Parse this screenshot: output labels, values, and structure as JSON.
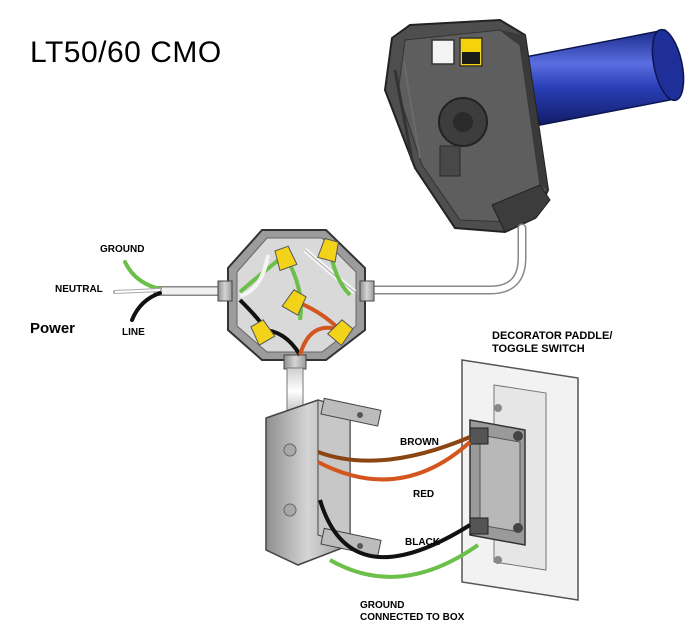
{
  "title": "LT50/60 CMO",
  "labels": {
    "ground": "GROUND",
    "neutral": "NEUTRAL",
    "line": "LINE",
    "power": "Power",
    "switch_line1": "DECORATOR PADDLE/",
    "switch_line2": "TOGGLE SWITCH",
    "brown": "BROWN",
    "red": "RED",
    "black": "BLACK",
    "ground_box_line1": "GROUND",
    "ground_box_line2": "CONNECTED TO BOX"
  },
  "colors": {
    "motor_tube": "#2a3fb8",
    "motor_head": "#555555",
    "wire_ground": "#6cc04a",
    "wire_red": "#d2561e",
    "wire_brown": "#8b4513",
    "wire_black": "#111111",
    "wire_nut": "#f2d31a",
    "box_metal": "#b9b9b9"
  }
}
